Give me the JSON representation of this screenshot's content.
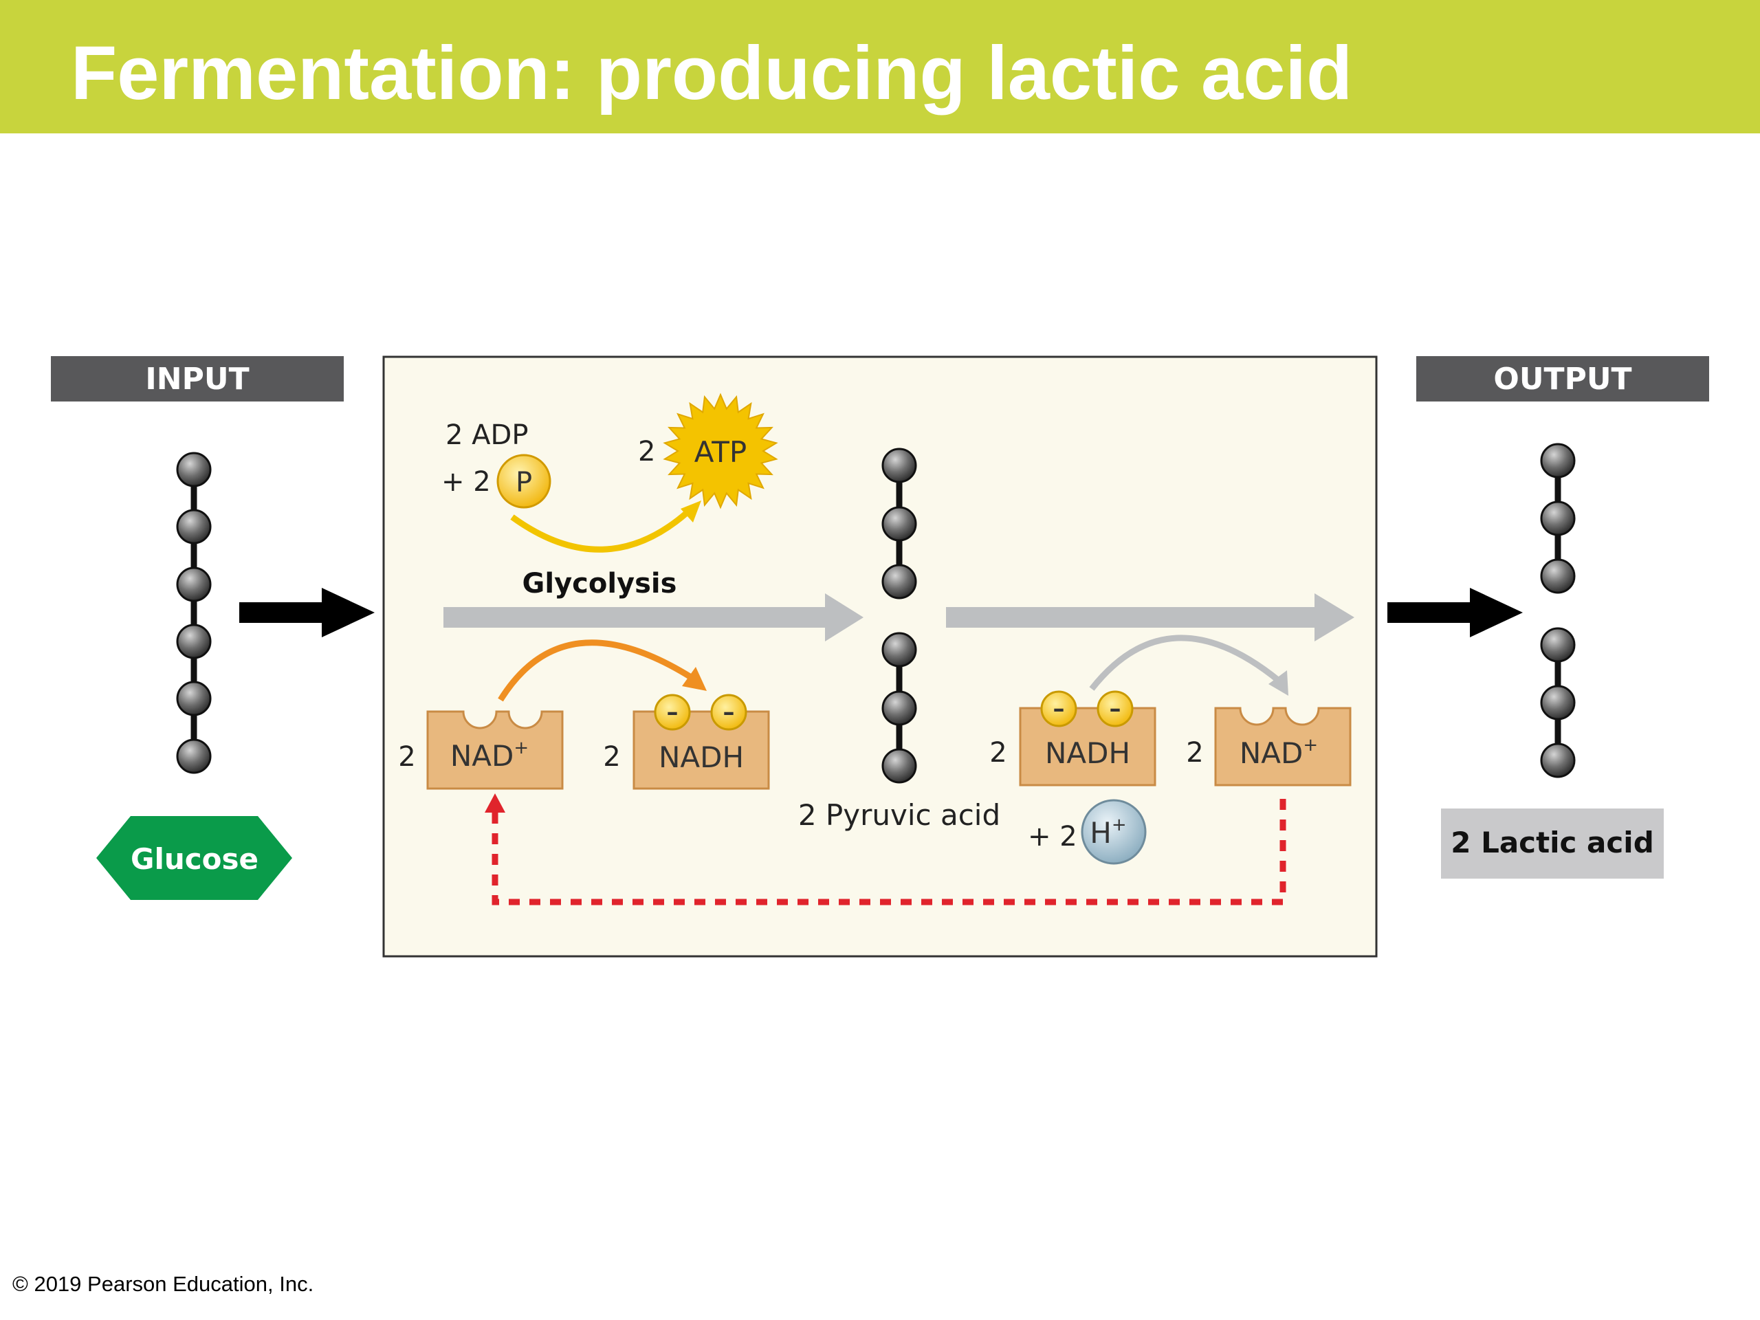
{
  "slide": {
    "title": "Fermentation: producing lactic acid",
    "copyright": "© 2019 Pearson Education, Inc."
  },
  "diagram": {
    "input_label": "INPUT",
    "output_label": "OUTPUT",
    "glucose_label": "Glucose",
    "glycolysis_label": "Glycolysis",
    "adp_text": "2 ADP",
    "plus_two": "+ 2",
    "phosphate_symbol": "P",
    "atp_coefficient": "2",
    "atp_text": "ATP",
    "nad_coefficient": "2",
    "nad_text": "NAD",
    "plus_superscript": "+",
    "nadh_text": "NADH",
    "electron_symbol": "–",
    "pyruvic_text": "2 Pyruvic acid",
    "hydrogen_text": "H",
    "lactic_text": "2 Lactic acid"
  },
  "colors": {
    "title_bar": "#c8d43d",
    "label_bar": "#58585a",
    "process_box_fill": "#fbf9ec",
    "process_arrow": "#bdbfc1",
    "carrier_fill": "#e8b87e",
    "atp_star": "#f4c300",
    "phosphate": "#f5c52a",
    "nad_arrow": "#ef8f21",
    "adp_arrow": "#f2c400",
    "recycle_line": "#e0242c",
    "glucose_hexagon": "#0a9b4a",
    "lactic_box": "#c9c9cb",
    "hydrogen_ion": "#a9c4d3"
  }
}
